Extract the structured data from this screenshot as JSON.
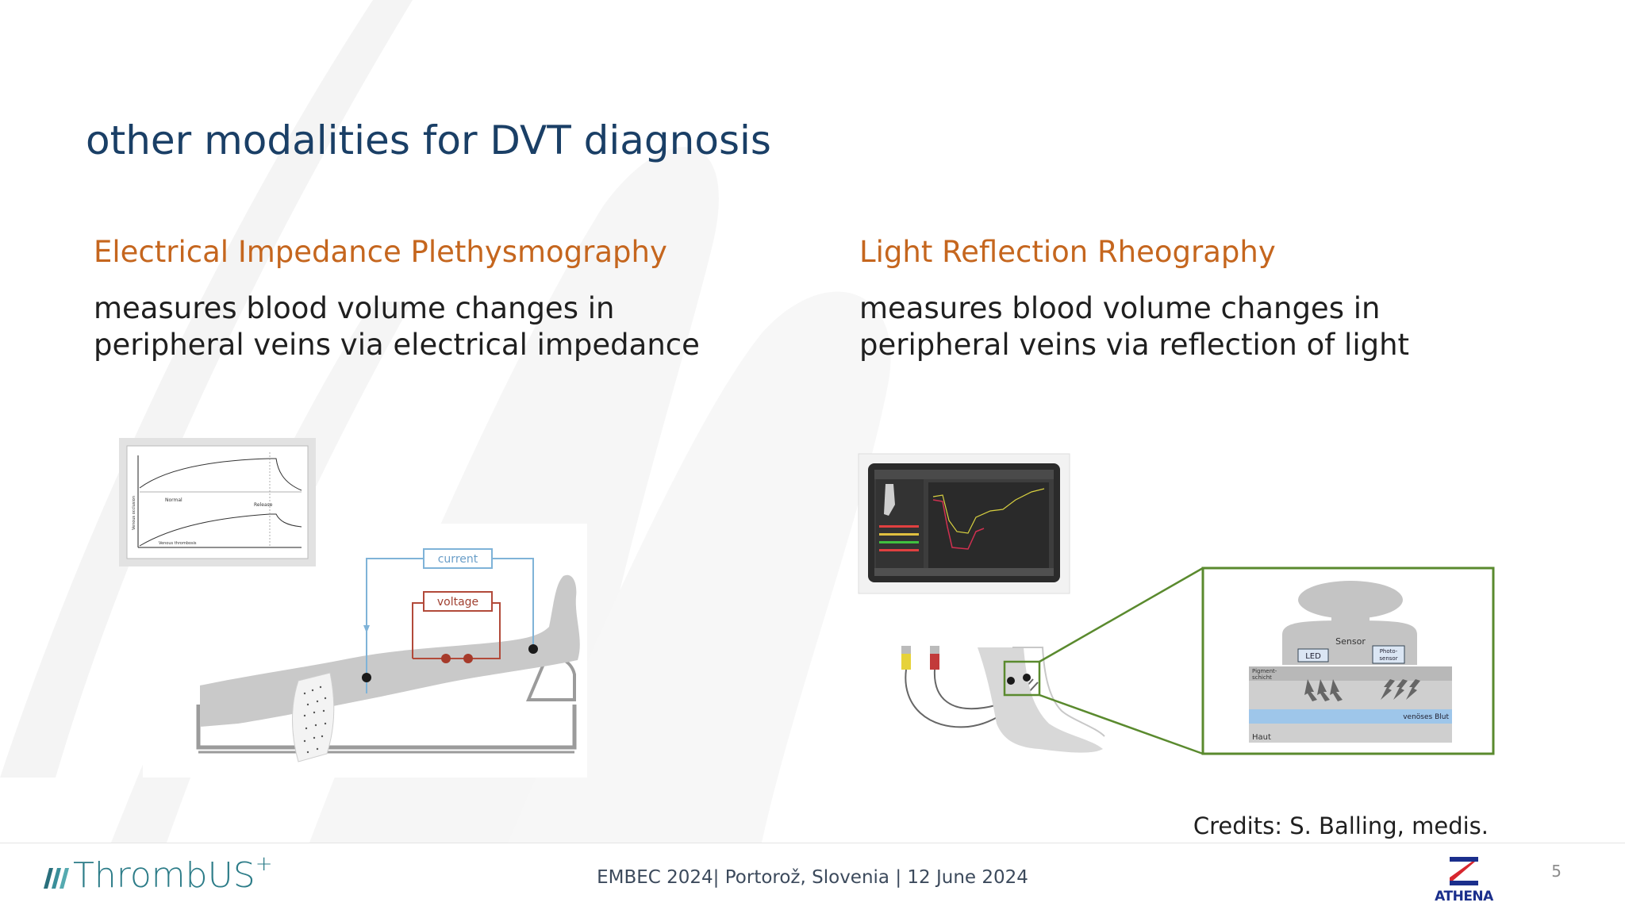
{
  "slide": {
    "title": "other modalities for DVT diagnosis",
    "left": {
      "heading": "Electrical Impedance Plethysmography",
      "body_line1": "measures blood volume changes in",
      "body_line2": "peripheral veins via electrical impedance",
      "figure_labels": {
        "current": "current",
        "voltage": "voltage",
        "graph_normal": "Normal",
        "graph_release": "Release",
        "graph_y_axis": "Venous occlusion",
        "graph_x_axis": "Venous thrombosis"
      }
    },
    "right": {
      "heading": "Light Reflection Rheography",
      "body_line1": "measures blood volume changes in",
      "body_line2": "peripheral veins via reflection of light",
      "figure_labels": {
        "sensor": "Sensor",
        "led": "LED",
        "photo_sensor_1": "Photo-",
        "photo_sensor_2": "sensor",
        "pigment_1": "Pigment-",
        "pigment_2": "schicht",
        "venous_blood": "venöses Blut",
        "skin": "Haut"
      }
    },
    "credits": "Credits: S. Balling, medis."
  },
  "footer": {
    "brand": "ThrombUS",
    "brand_sup": "+",
    "event": "EMBEC 2024| Portorož, Slovenia | 12 June 2024",
    "page_number": "5",
    "partner_logo": "ATHENA"
  },
  "colors": {
    "title": "#1a3f66",
    "heading": "#c5661e",
    "brand": "#2c7c88",
    "zoom_box": "#5a8a2e"
  }
}
